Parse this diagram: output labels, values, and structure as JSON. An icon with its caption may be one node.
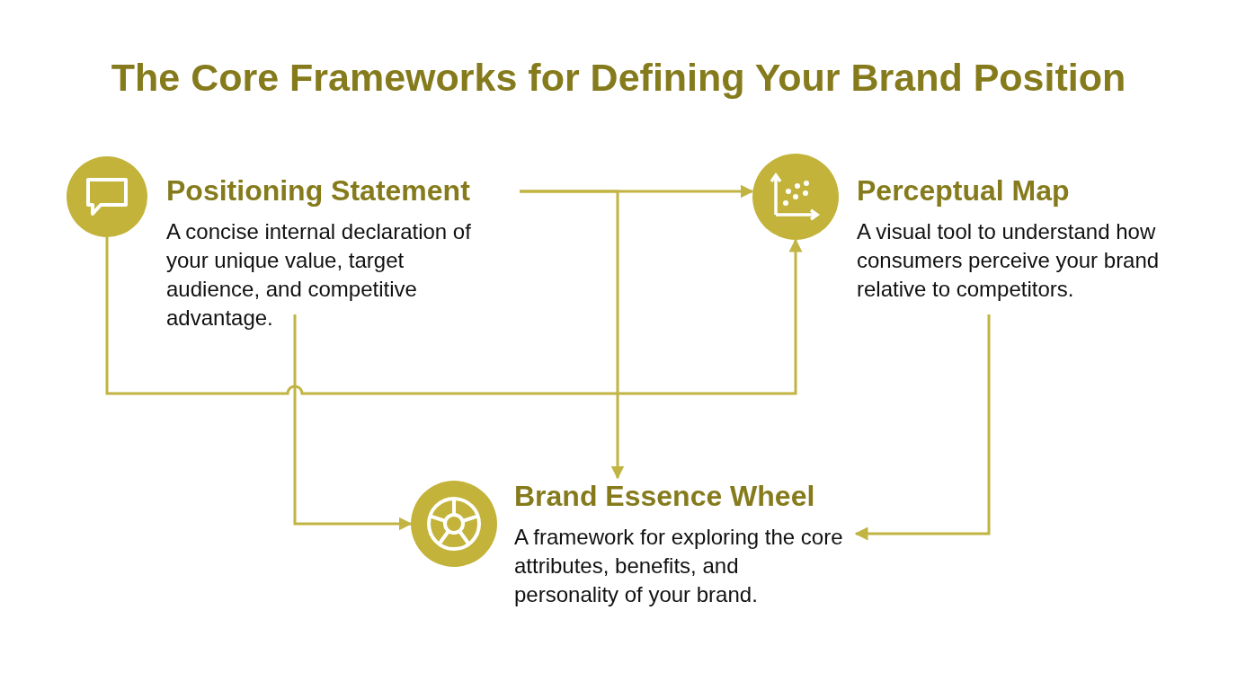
{
  "diagram": {
    "title": "The Core Frameworks for Defining Your Brand Position",
    "nodes": [
      {
        "text": [],
        "shape": "circle"
      },
      {
        "text": [
          "Positioning Statement",
          "A concise internal declaration of your unique value, target audience, and competitive advantage."
        ]
      },
      {
        "text": [],
        "shape": "circle"
      },
      {
        "text": [
          "Perceptual Map",
          "A visual tool to understand how consumers perceive your brand relative to competitors."
        ]
      },
      {
        "text": [],
        "shape": "circle"
      },
      {
        "text": [
          "Brand Essence Wheel",
          "A framework for exploring the core attributes, benefits, and personality of your brand."
        ]
      }
    ],
    "edges": [
      {
        "from": 1,
        "to": 2,
        "arrow": "to"
      },
      {
        "from": 1,
        "to": 5,
        "arrow": "to"
      },
      {
        "from": 0,
        "to": 2,
        "arrow": "to"
      },
      {
        "from": 1,
        "to": 4,
        "arrow": "to"
      },
      {
        "from": 3,
        "to": 5,
        "arrow": "to"
      }
    ]
  }
}
